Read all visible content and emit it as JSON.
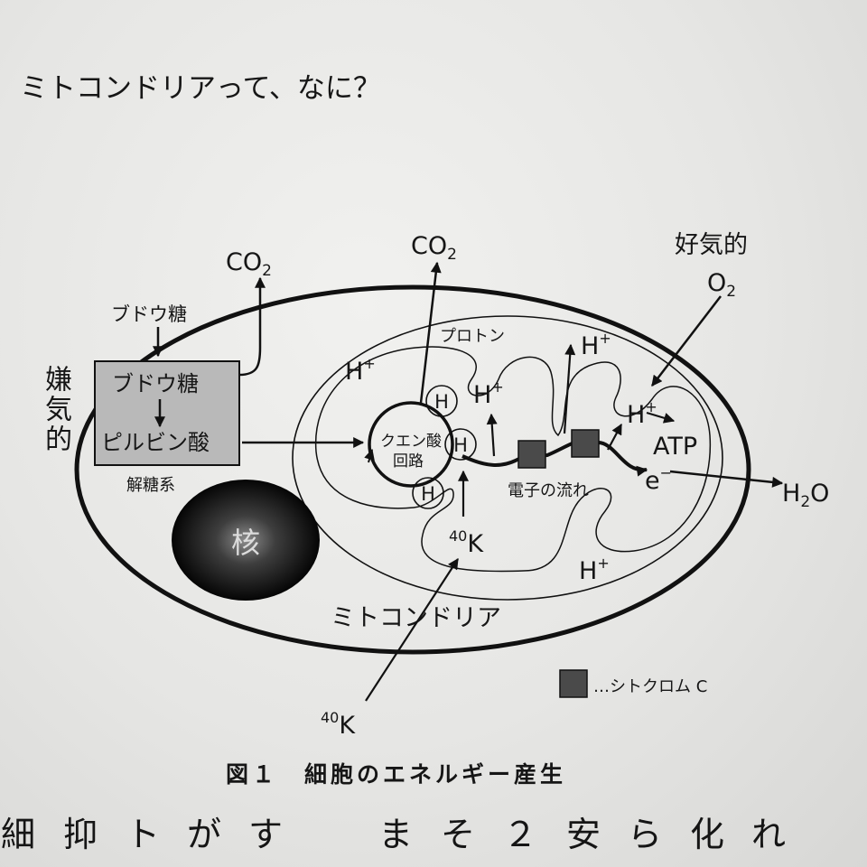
{
  "page": {
    "heading": "ミトコンドリアって、なに？",
    "body_columns": [
      "細",
      "抑",
      "ト",
      "が",
      "す",
      "",
      "ま",
      "そ",
      "２",
      "安",
      "ら",
      "化",
      "れ"
    ]
  },
  "figure": {
    "caption": "図１　細胞のエネルギー産生",
    "co2_left": {
      "base": "CO",
      "sub": "2"
    },
    "co2_center": {
      "base": "CO",
      "sub": "2"
    },
    "aerobic": "好気的",
    "o2": {
      "base": "O",
      "sub": "2"
    },
    "anaerobic": "嫌気的",
    "glucose_in": "ブドウ糖",
    "glycolysis_box": {
      "glucose": "ブドウ糖",
      "pyruvate": "ピルビン酸"
    },
    "glycolysis": "解糖系",
    "proton": "プロトン",
    "h_plus": [
      {
        "base": "H",
        "sup": "+"
      },
      {
        "base": "H",
        "sup": "+"
      },
      {
        "base": "H",
        "sup": "+"
      },
      {
        "base": "H",
        "sup": "+"
      },
      {
        "base": "H",
        "sup": "+"
      }
    ],
    "h_circles": [
      "H",
      "H",
      "H"
    ],
    "citric_cycle": [
      "クエン酸",
      "回路"
    ],
    "electron_flow": "電子の流れ",
    "atp": "ATP",
    "electron": {
      "base": "e",
      "sup": "−"
    },
    "h2o": {
      "h": "H",
      "sub": "2",
      "o": "O"
    },
    "nucleus": "核",
    "k40_inner": {
      "sup": "40",
      "base": "K"
    },
    "k40_outer": {
      "sup": "40",
      "base": "K"
    },
    "mitochondria": "ミトコンドリア",
    "legend": {
      "label": "…シトクロム C"
    }
  },
  "colors": {
    "ink": "#111111",
    "glycolysis_box": "#b9b9b9",
    "cytochrome": "#4a4a4a"
  }
}
